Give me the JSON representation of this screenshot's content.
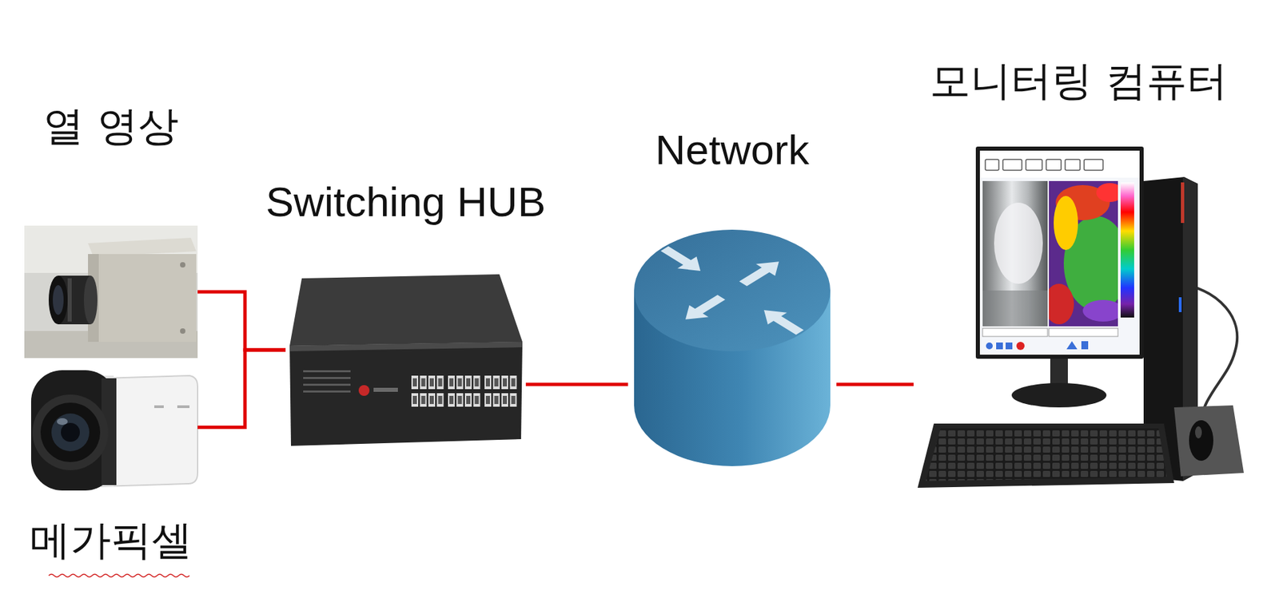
{
  "diagram": {
    "nodes": [
      {
        "text": [
          "열 영상"
        ]
      },
      {
        "text": [
          "메가픽셀"
        ]
      },
      {
        "text": [
          "Switching HUB"
        ]
      },
      {
        "text": [
          "Network"
        ]
      },
      {
        "text": [
          "모니터링 컴퓨터"
        ]
      }
    ],
    "edges": [
      {
        "from": 0,
        "to": 2,
        "arrow": "none"
      },
      {
        "from": 1,
        "to": 2,
        "arrow": "none"
      },
      {
        "from": 2,
        "to": 3,
        "arrow": "none"
      },
      {
        "from": 3,
        "to": 4,
        "arrow": "none"
      }
    ]
  }
}
